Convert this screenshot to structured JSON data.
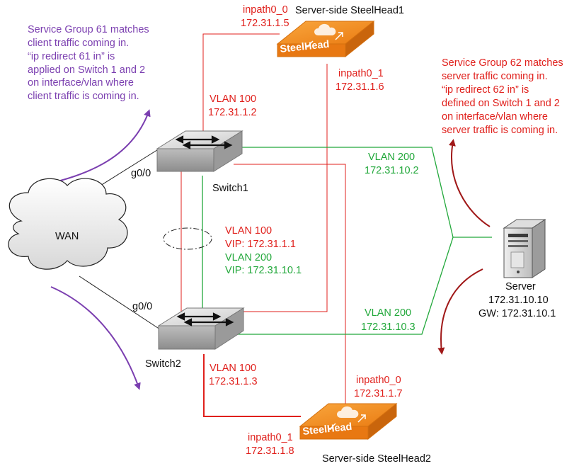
{
  "colors": {
    "red": "#e0201c",
    "green": "#22a83b",
    "purple": "#7b3fb0",
    "darkred": "#a01818",
    "steelhead_orange": "#f28a1c",
    "black": "#111111"
  },
  "steelhead1": {
    "title": "Server-side SteelHead1",
    "inpath0_0_name": "inpath0_0",
    "inpath0_0_ip": "172.31.1.5",
    "inpath0_1_name": "inpath0_1",
    "inpath0_1_ip": "172.31.1.6",
    "logo": "SteelHead"
  },
  "steelhead2": {
    "title": "Server-side SteelHead2",
    "inpath0_0_name": "inpath0_0",
    "inpath0_0_ip": "172.31.1.7",
    "inpath0_1_name": "inpath0_1",
    "inpath0_1_ip": "172.31.1.8",
    "logo": "SteelHead"
  },
  "switch1": {
    "name": "Switch1",
    "port": "g0/0",
    "vlan100_label": "VLAN 100",
    "vlan100_ip": "172.31.1.2",
    "vlan200_label": "VLAN 200",
    "vlan200_ip": "172.31.10.2"
  },
  "switch2": {
    "name": "Switch2",
    "port": "g0/0",
    "vlan100_label": "VLAN 100",
    "vlan100_ip": "172.31.1.3",
    "vlan200_label": "VLAN 200",
    "vlan200_ip": "172.31.10.3"
  },
  "vip": {
    "vlan100_label": "VLAN 100",
    "vlan100_vip": "VIP: 172.31.1.1",
    "vlan200_label": "VLAN 200",
    "vlan200_vip": "VIP: 172.31.10.1"
  },
  "wan": {
    "label": "WAN"
  },
  "server": {
    "name": "Server",
    "ip": "172.31.10.10",
    "gw": "GW: 172.31.10.1"
  },
  "note_sg61": {
    "lines": [
      "Service Group 61 matches",
      "client traffic coming in.",
      "“ip redirect 61 in” is",
      "applied on Switch 1 and 2",
      "on interface/vlan where",
      "client traffic is coming in."
    ]
  },
  "note_sg62": {
    "lines": [
      "Service Group 62 matches",
      "server traffic coming in.",
      "“ip redirect 62 in” is",
      "defined on Switch 1 and 2",
      "on interface/vlan where",
      "server traffic is coming in."
    ]
  }
}
